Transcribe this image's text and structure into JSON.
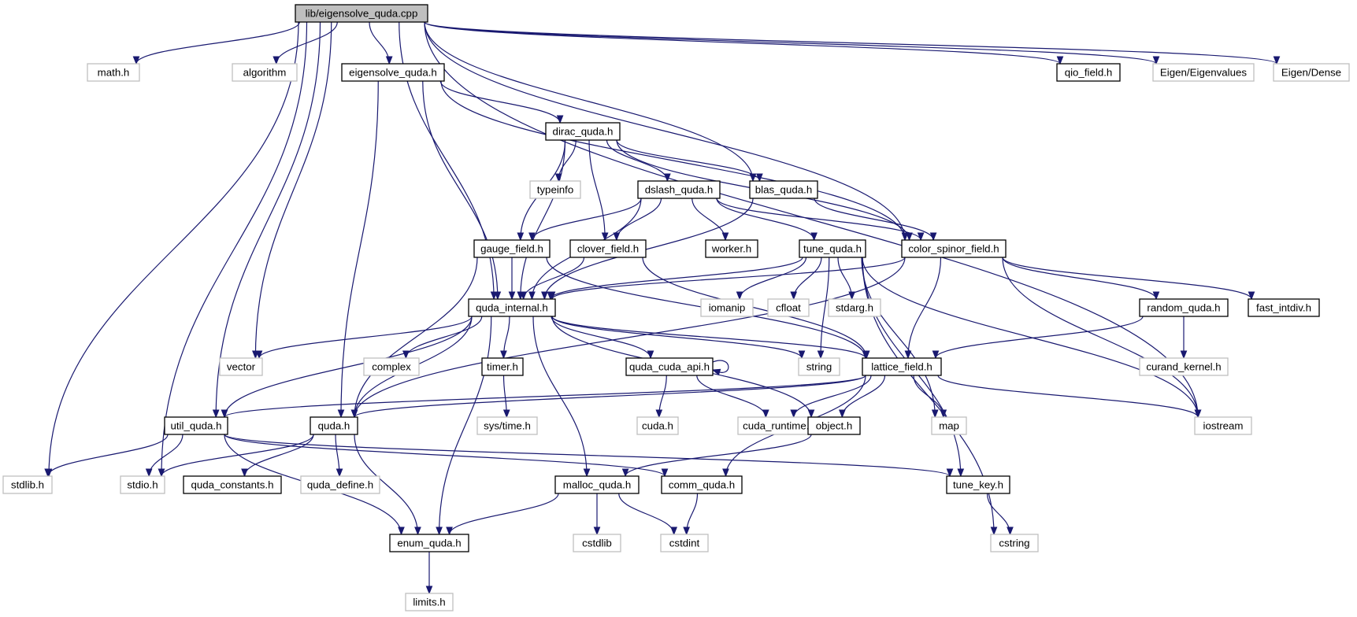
{
  "colors": {
    "edge": "#191970",
    "root_fill": "#bfbfbf",
    "documented_border": "#000000",
    "external_border": "#bfbfbf"
  },
  "nodes": [
    {
      "id": "root",
      "label": "lib/eigensolve_quda.cpp",
      "kind": "root"
    },
    {
      "id": "math_h",
      "label": "math.h",
      "kind": "ext"
    },
    {
      "id": "algorithm",
      "label": "algorithm",
      "kind": "ext"
    },
    {
      "id": "eigensolve_quda_h",
      "label": "eigensolve_quda.h",
      "kind": "doc"
    },
    {
      "id": "qio_field_h",
      "label": "qio_field.h",
      "kind": "doc"
    },
    {
      "id": "eigen_eigenvalues",
      "label": "Eigen/Eigenvalues",
      "kind": "ext"
    },
    {
      "id": "eigen_dense",
      "label": "Eigen/Dense",
      "kind": "ext"
    },
    {
      "id": "dirac_quda_h",
      "label": "dirac_quda.h",
      "kind": "doc"
    },
    {
      "id": "typeinfo",
      "label": "typeinfo",
      "kind": "ext"
    },
    {
      "id": "dslash_quda_h",
      "label": "dslash_quda.h",
      "kind": "doc"
    },
    {
      "id": "blas_quda_h",
      "label": "blas_quda.h",
      "kind": "doc"
    },
    {
      "id": "gauge_field_h",
      "label": "gauge_field.h",
      "kind": "doc"
    },
    {
      "id": "clover_field_h",
      "label": "clover_field.h",
      "kind": "doc"
    },
    {
      "id": "worker_h",
      "label": "worker.h",
      "kind": "doc"
    },
    {
      "id": "tune_quda_h",
      "label": "tune_quda.h",
      "kind": "doc"
    },
    {
      "id": "color_spinor_field_h",
      "label": "color_spinor_field.h",
      "kind": "doc"
    },
    {
      "id": "quda_internal_h",
      "label": "quda_internal.h",
      "kind": "doc"
    },
    {
      "id": "iomanip",
      "label": "iomanip",
      "kind": "ext"
    },
    {
      "id": "cfloat",
      "label": "cfloat",
      "kind": "ext"
    },
    {
      "id": "stdarg_h",
      "label": "stdarg.h",
      "kind": "ext"
    },
    {
      "id": "random_quda_h",
      "label": "random_quda.h",
      "kind": "doc"
    },
    {
      "id": "fast_intdiv_h",
      "label": "fast_intdiv.h",
      "kind": "doc"
    },
    {
      "id": "vector",
      "label": "vector",
      "kind": "ext"
    },
    {
      "id": "complex",
      "label": "complex",
      "kind": "ext"
    },
    {
      "id": "timer_h",
      "label": "timer.h",
      "kind": "doc"
    },
    {
      "id": "quda_cuda_api_h",
      "label": "quda_cuda_api.h",
      "kind": "doc"
    },
    {
      "id": "string",
      "label": "string",
      "kind": "ext"
    },
    {
      "id": "lattice_field_h",
      "label": "lattice_field.h",
      "kind": "doc"
    },
    {
      "id": "curand_kernel_h",
      "label": "curand_kernel.h",
      "kind": "ext"
    },
    {
      "id": "util_quda_h",
      "label": "util_quda.h",
      "kind": "doc"
    },
    {
      "id": "quda_h",
      "label": "quda.h",
      "kind": "doc"
    },
    {
      "id": "sys_time_h",
      "label": "sys/time.h",
      "kind": "ext"
    },
    {
      "id": "cuda_h",
      "label": "cuda.h",
      "kind": "ext"
    },
    {
      "id": "cuda_runtime_h",
      "label": "cuda_runtime.h",
      "kind": "ext"
    },
    {
      "id": "object_h",
      "label": "object.h",
      "kind": "doc"
    },
    {
      "id": "map",
      "label": "map",
      "kind": "ext"
    },
    {
      "id": "iostream",
      "label": "iostream",
      "kind": "ext"
    },
    {
      "id": "stdlib_h",
      "label": "stdlib.h",
      "kind": "ext"
    },
    {
      "id": "stdio_h",
      "label": "stdio.h",
      "kind": "ext"
    },
    {
      "id": "quda_constants_h",
      "label": "quda_constants.h",
      "kind": "doc"
    },
    {
      "id": "quda_define_h",
      "label": "quda_define.h",
      "kind": "ext"
    },
    {
      "id": "malloc_quda_h",
      "label": "malloc_quda.h",
      "kind": "doc"
    },
    {
      "id": "comm_quda_h",
      "label": "comm_quda.h",
      "kind": "doc"
    },
    {
      "id": "tune_key_h",
      "label": "tune_key.h",
      "kind": "doc"
    },
    {
      "id": "enum_quda_h",
      "label": "enum_quda.h",
      "kind": "doc"
    },
    {
      "id": "cstdlib",
      "label": "cstdlib",
      "kind": "ext"
    },
    {
      "id": "cstdint",
      "label": "cstdint",
      "kind": "ext"
    },
    {
      "id": "cstring",
      "label": "cstring",
      "kind": "ext"
    },
    {
      "id": "limits_h",
      "label": "limits.h",
      "kind": "ext"
    }
  ],
  "edges": [
    [
      "root",
      "math_h"
    ],
    [
      "root",
      "algorithm"
    ],
    [
      "root",
      "eigensolve_quda_h"
    ],
    [
      "root",
      "qio_field_h"
    ],
    [
      "root",
      "eigen_eigenvalues"
    ],
    [
      "root",
      "eigen_dense"
    ],
    [
      "root",
      "blas_quda_h"
    ],
    [
      "root",
      "color_spinor_field_h"
    ],
    [
      "root",
      "quda_internal_h"
    ],
    [
      "root",
      "vector"
    ],
    [
      "root",
      "util_quda_h"
    ],
    [
      "root",
      "stdlib_h"
    ],
    [
      "root",
      "stdio_h"
    ],
    [
      "root",
      "iostream"
    ],
    [
      "eigensolve_quda_h",
      "dirac_quda_h"
    ],
    [
      "eigensolve_quda_h",
      "quda_internal_h"
    ],
    [
      "eigensolve_quda_h",
      "color_spinor_field_h"
    ],
    [
      "eigensolve_quda_h",
      "quda_h"
    ],
    [
      "dirac_quda_h",
      "typeinfo"
    ],
    [
      "dirac_quda_h",
      "dslash_quda_h"
    ],
    [
      "dirac_quda_h",
      "blas_quda_h"
    ],
    [
      "dirac_quda_h",
      "gauge_field_h"
    ],
    [
      "dirac_quda_h",
      "clover_field_h"
    ],
    [
      "dirac_quda_h",
      "quda_internal_h"
    ],
    [
      "dirac_quda_h",
      "color_spinor_field_h"
    ],
    [
      "dslash_quda_h",
      "gauge_field_h"
    ],
    [
      "dslash_quda_h",
      "clover_field_h"
    ],
    [
      "dslash_quda_h",
      "worker_h"
    ],
    [
      "dslash_quda_h",
      "tune_quda_h"
    ],
    [
      "dslash_quda_h",
      "quda_internal_h"
    ],
    [
      "dslash_quda_h",
      "color_spinor_field_h"
    ],
    [
      "blas_quda_h",
      "quda_internal_h"
    ],
    [
      "blas_quda_h",
      "color_spinor_field_h"
    ],
    [
      "gauge_field_h",
      "quda_internal_h"
    ],
    [
      "gauge_field_h",
      "lattice_field_h"
    ],
    [
      "gauge_field_h",
      "quda_h"
    ],
    [
      "clover_field_h",
      "quda_internal_h"
    ],
    [
      "clover_field_h",
      "lattice_field_h"
    ],
    [
      "tune_quda_h",
      "quda_internal_h"
    ],
    [
      "tune_quda_h",
      "iomanip"
    ],
    [
      "tune_quda_h",
      "cfloat"
    ],
    [
      "tune_quda_h",
      "stdarg_h"
    ],
    [
      "tune_quda_h",
      "string"
    ],
    [
      "tune_quda_h",
      "map"
    ],
    [
      "tune_quda_h",
      "iostream"
    ],
    [
      "tune_quda_h",
      "tune_key_h"
    ],
    [
      "tune_quda_h",
      "cstring"
    ],
    [
      "color_spinor_field_h",
      "quda_internal_h"
    ],
    [
      "color_spinor_field_h",
      "quda_h"
    ],
    [
      "color_spinor_field_h",
      "lattice_field_h"
    ],
    [
      "color_spinor_field_h",
      "random_quda_h"
    ],
    [
      "color_spinor_field_h",
      "fast_intdiv_h"
    ],
    [
      "color_spinor_field_h",
      "iostream"
    ],
    [
      "quda_internal_h",
      "vector"
    ],
    [
      "quda_internal_h",
      "complex"
    ],
    [
      "quda_internal_h",
      "timer_h"
    ],
    [
      "quda_internal_h",
      "quda_cuda_api_h"
    ],
    [
      "quda_internal_h",
      "string"
    ],
    [
      "quda_internal_h",
      "object_h"
    ],
    [
      "quda_internal_h",
      "util_quda_h"
    ],
    [
      "quda_internal_h",
      "quda_h"
    ],
    [
      "quda_internal_h",
      "malloc_quda_h"
    ],
    [
      "quda_internal_h",
      "enum_quda_h"
    ],
    [
      "quda_internal_h",
      "lattice_field_h"
    ],
    [
      "random_quda_h",
      "curand_kernel_h"
    ],
    [
      "random_quda_h",
      "lattice_field_h"
    ],
    [
      "timer_h",
      "sys_time_h"
    ],
    [
      "quda_cuda_api_h",
      "cuda_h"
    ],
    [
      "quda_cuda_api_h",
      "cuda_runtime_h"
    ],
    [
      "lattice_field_h",
      "cuda_runtime_h"
    ],
    [
      "lattice_field_h",
      "object_h"
    ],
    [
      "lattice_field_h",
      "map"
    ],
    [
      "lattice_field_h",
      "iostream"
    ],
    [
      "lattice_field_h",
      "comm_quda_h"
    ],
    [
      "lattice_field_h",
      "quda_h"
    ],
    [
      "lattice_field_h",
      "util_quda_h"
    ],
    [
      "util_quda_h",
      "stdlib_h"
    ],
    [
      "util_quda_h",
      "stdio_h"
    ],
    [
      "util_quda_h",
      "tune_key_h"
    ],
    [
      "util_quda_h",
      "enum_quda_h"
    ],
    [
      "util_quda_h",
      "comm_quda_h"
    ],
    [
      "quda_h",
      "stdio_h"
    ],
    [
      "quda_h",
      "quda_constants_h"
    ],
    [
      "quda_h",
      "quda_define_h"
    ],
    [
      "quda_h",
      "enum_quda_h"
    ],
    [
      "object_h",
      "malloc_quda_h"
    ],
    [
      "malloc_quda_h",
      "enum_quda_h"
    ],
    [
      "malloc_quda_h",
      "cstdlib"
    ],
    [
      "malloc_quda_h",
      "cstdint"
    ],
    [
      "comm_quda_h",
      "cstdint"
    ],
    [
      "tune_key_h",
      "cstring"
    ],
    [
      "enum_quda_h",
      "limits_h"
    ]
  ],
  "self_edges": [
    "quda_cuda_api_h"
  ]
}
